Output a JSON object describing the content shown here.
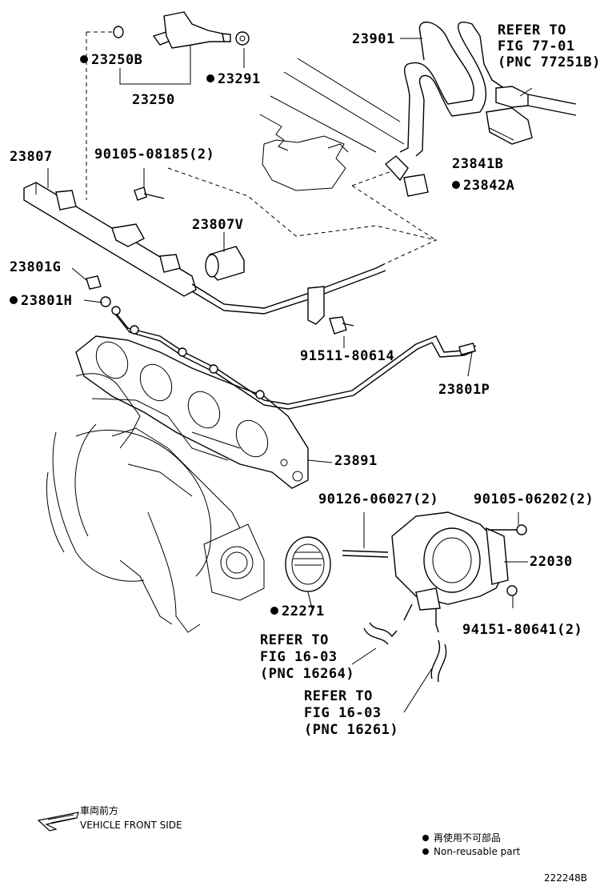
{
  "parts": {
    "p23250b": "23250B",
    "p23250": "23250",
    "p23291": "23291",
    "p23901": "23901",
    "p23841b": "23841B",
    "p23842a": "23842A",
    "p23807": "23807",
    "p90105_08185": "90105-08185(2)",
    "p23807v": "23807V",
    "p23801g": "23801G",
    "p23801h": "23801H",
    "p91511": "91511-80614",
    "p23801p": "23801P",
    "p23891": "23891",
    "p90126": "90126-06027(2)",
    "p90105_06202": "90105-06202(2)",
    "p22030": "22030",
    "p22271": "22271",
    "p94151": "94151-80641(2)"
  },
  "refs": {
    "ref77": [
      "REFER TO",
      "FIG 77-01",
      "(PNC 77251B)"
    ],
    "ref16264": [
      "REFER TO",
      "FIG 16-03",
      "(PNC 16264)"
    ],
    "ref16261": [
      "REFER TO",
      "FIG 16-03",
      "(PNC 16261)"
    ]
  },
  "legend": {
    "front_jp": "車両前方",
    "front_en": "VEHICLE FRONT SIDE",
    "nonreuse_jp": "再使用不可部品",
    "nonreuse_en": "Non-reusable part"
  },
  "diagram_id": "222248B"
}
